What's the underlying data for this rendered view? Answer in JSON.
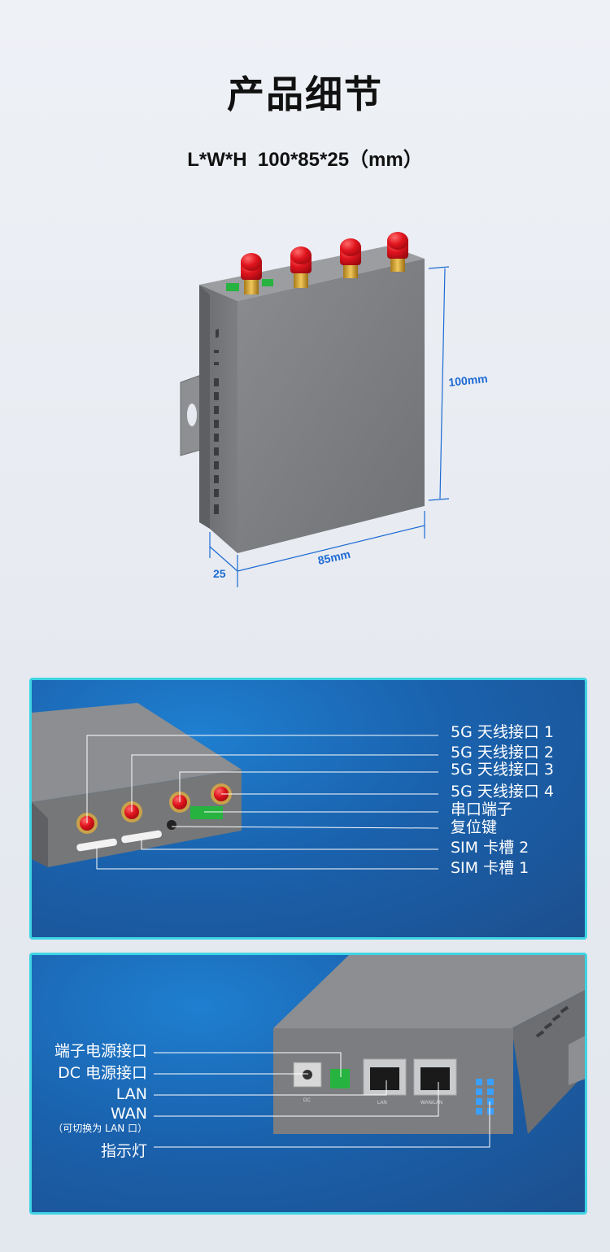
{
  "page": {
    "title": "产品细节",
    "dimensions": "L*W*H  100*85*25（mm）"
  },
  "product": {
    "height_label": "100mm",
    "width_label": "85mm",
    "depth_label": "25"
  },
  "panel_top": {
    "labels": [
      "5G 天线接口 1",
      "5G 天线接口 2",
      "5G 天线接口 3",
      "5G 天线接口 4",
      "串口端子",
      "复位键",
      "SIM 卡槽 2",
      "SIM 卡槽 1"
    ]
  },
  "panel_bottom": {
    "labels": [
      "端子电源接口",
      "DC 电源接口",
      "LAN",
      "WAN",
      "（可切换为 LAN 口）",
      "指示灯"
    ],
    "port_silk": [
      "DC",
      "LAN",
      "WAN/LAN"
    ]
  },
  "colors": {
    "accent_cyan": "#3fd4e4",
    "panel_blue": "#1a62ae",
    "dimension_blue": "#1c6ad4",
    "antenna_red": "#e0141e",
    "terminal_green": "#27b33f",
    "housing_gray": "#7d7f82"
  }
}
